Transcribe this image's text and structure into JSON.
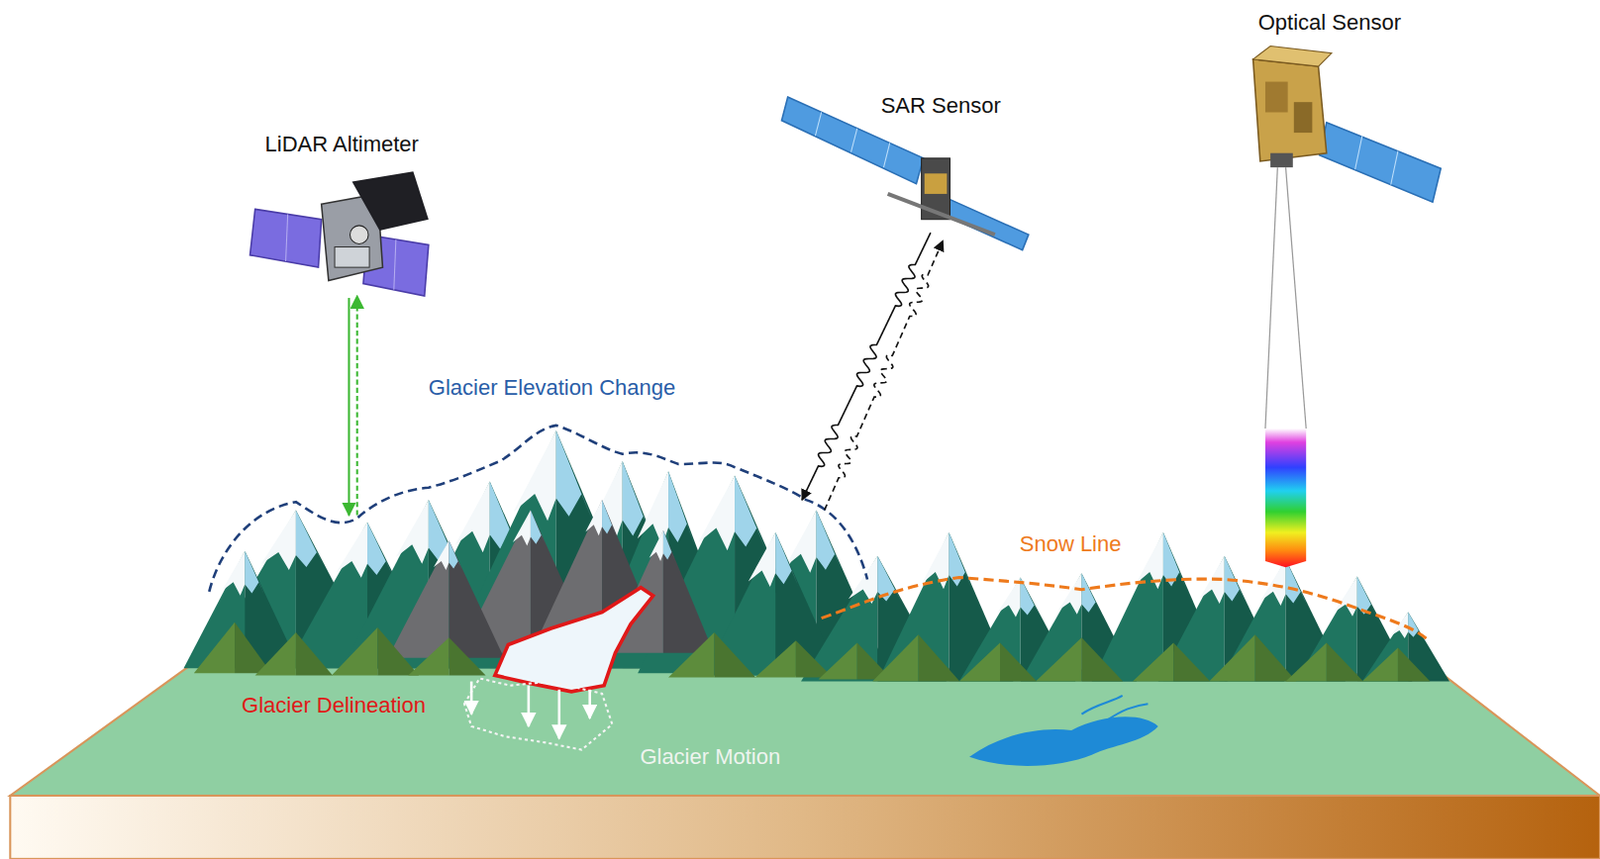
{
  "diagram": {
    "labels": [
      "LiDAR Altimeter",
      "SAR Sensor",
      "Optical Sensor",
      "Glacier Elevation Change",
      "Snow Line",
      "Glacier Delineation",
      "Glacier Motion"
    ]
  }
}
